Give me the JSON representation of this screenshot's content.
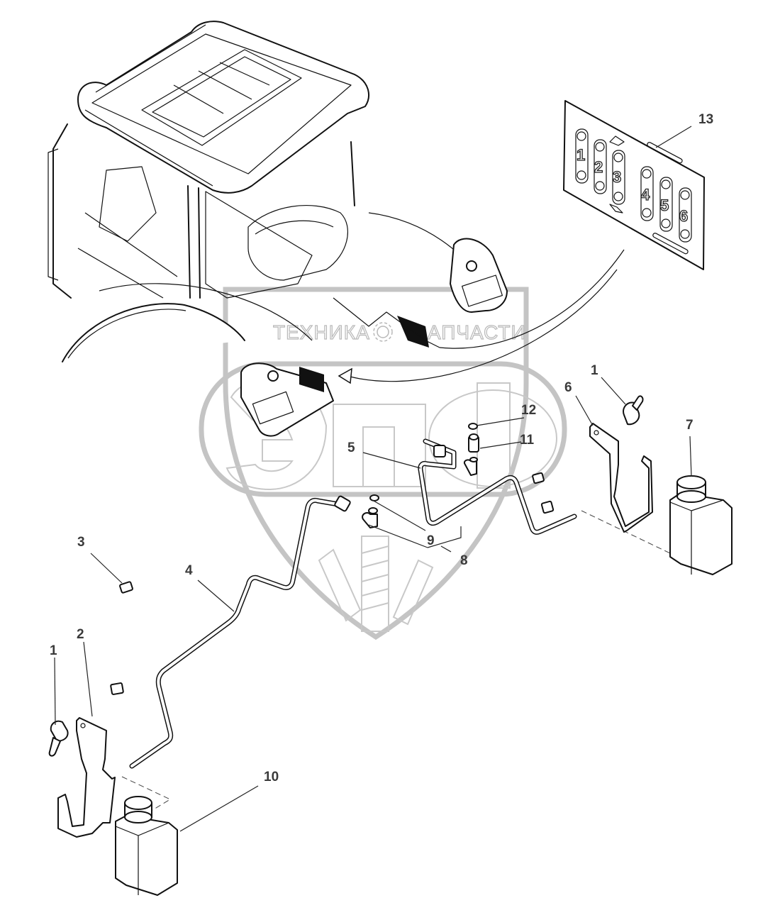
{
  "diagram": {
    "title": "Cab washer system parts diagram",
    "watermark": {
      "left_text": "ТЕХНИКА",
      "right_text": "ЗАПЧАСТИ",
      "logo_letters": "ЭПФ",
      "gear_icon": "gear-icon"
    },
    "callouts": [
      {
        "id": "1a",
        "label": "1"
      },
      {
        "id": "1b",
        "label": "1"
      },
      {
        "id": "2",
        "label": "2"
      },
      {
        "id": "3",
        "label": "3"
      },
      {
        "id": "4",
        "label": "4"
      },
      {
        "id": "5",
        "label": "5"
      },
      {
        "id": "6",
        "label": "6"
      },
      {
        "id": "7",
        "label": "7"
      },
      {
        "id": "8",
        "label": "8"
      },
      {
        "id": "9",
        "label": "9"
      },
      {
        "id": "10",
        "label": "10"
      },
      {
        "id": "11",
        "label": "11"
      },
      {
        "id": "12",
        "label": "12"
      },
      {
        "id": "13",
        "label": "13"
      }
    ],
    "decal": {
      "numbers": [
        "1",
        "2",
        "3",
        "4",
        "5",
        "6"
      ]
    },
    "parts": {
      "1": "wing nut",
      "2": "bracket (left)",
      "3": "clip",
      "4": "washer tube (left)",
      "5": "washer tube (right)",
      "6": "bracket (right)",
      "7": "washer reservoir (right)",
      "8": "elbow fitting",
      "9": "seal ring",
      "10": "washer reservoir (left)",
      "11": "adapter fitting",
      "12": "seal ring",
      "13": "gear-shift decal"
    }
  }
}
